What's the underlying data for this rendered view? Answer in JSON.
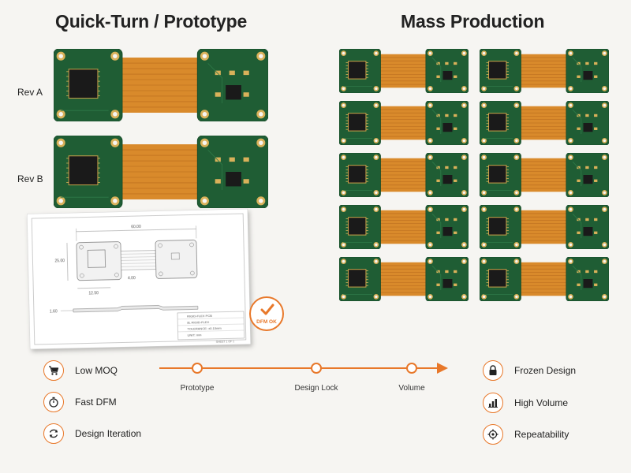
{
  "headings": {
    "prototype": "Quick-Turn / Prototype",
    "production": "Mass Production"
  },
  "revisions": [
    "Rev A",
    "Rev B"
  ],
  "drawing": {
    "dim_width": "60.00",
    "dim_height": "25.00",
    "dim_pad": "12.50",
    "dim_gap": "4.00",
    "dim_thickness": "1.60",
    "title_block": [
      "RIGID-FLEX PCB",
      "8L RIGID-FLEX",
      "TOLERANCE: ±0.10mm",
      "UNIT: mm"
    ],
    "sheet": "SHEET 1 OF 1"
  },
  "stamp": {
    "label": "DFM OK"
  },
  "left_features": [
    {
      "label": "Low MOQ",
      "icon": "cart-icon"
    },
    {
      "label": "Fast DFM",
      "icon": "stopwatch-icon"
    },
    {
      "label": "Design Iteration",
      "icon": "cycle-arrows-icon"
    }
  ],
  "right_features": [
    {
      "label": "Frozen Design",
      "icon": "lock-icon"
    },
    {
      "label": "High Volume",
      "icon": "bar-chart-icon"
    },
    {
      "label": "Repeatability",
      "icon": "target-icon"
    }
  ],
  "timeline": {
    "stages": [
      "Prototype",
      "Design Lock",
      "Volume"
    ]
  },
  "colors": {
    "accent": "#e8782a",
    "pcb_green": "#1f5d34",
    "flex_copper": "#d98a2b"
  }
}
